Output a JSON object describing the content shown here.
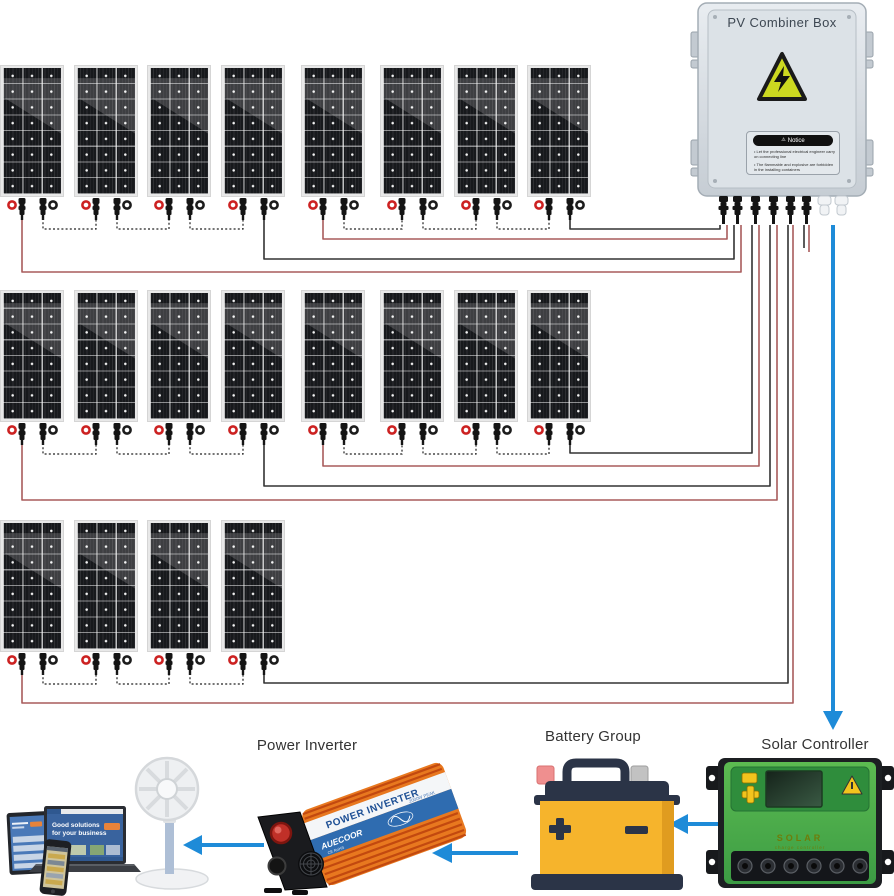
{
  "labels": {
    "inverter": "Power Inverter",
    "battery": "Battery Group",
    "controller": "Solar Controller"
  },
  "combiner": {
    "title": "PV Combiner Box",
    "notice": {
      "title": "Notice",
      "lines": [
        "Let the professional electrical engineer carry on connecting line",
        "The flammable and explosive are forbidden in the installing containers"
      ]
    }
  },
  "controller": {
    "brand": "SOLAR",
    "subtitle": "charge controller"
  },
  "inverter": {
    "brand": "AUECOOR",
    "title": "POWER INVERTER",
    "subtitle": "2000W PEAK",
    "cert": "CE RoHS"
  },
  "devices": {
    "screen_line1": "Good solutions",
    "screen_line2": "for your business"
  },
  "array": {
    "panels_total": 20,
    "rows": [
      {
        "panels": 8,
        "strings": 2,
        "panels_per_string": 4
      },
      {
        "panels": 8,
        "strings": 2,
        "panels_per_string": 4
      },
      {
        "panels": 4,
        "strings": 1,
        "panels_per_string": 4
      }
    ]
  },
  "colors": {
    "wire_positive": "#a85b5b",
    "wire_negative": "#333333",
    "flow_arrow": "#1e8bd8",
    "battery_body": "#f6b42c",
    "controller_face": "#4aae4d",
    "inverter_body": "#e8781f",
    "warning_triangle": "#ccd820"
  }
}
